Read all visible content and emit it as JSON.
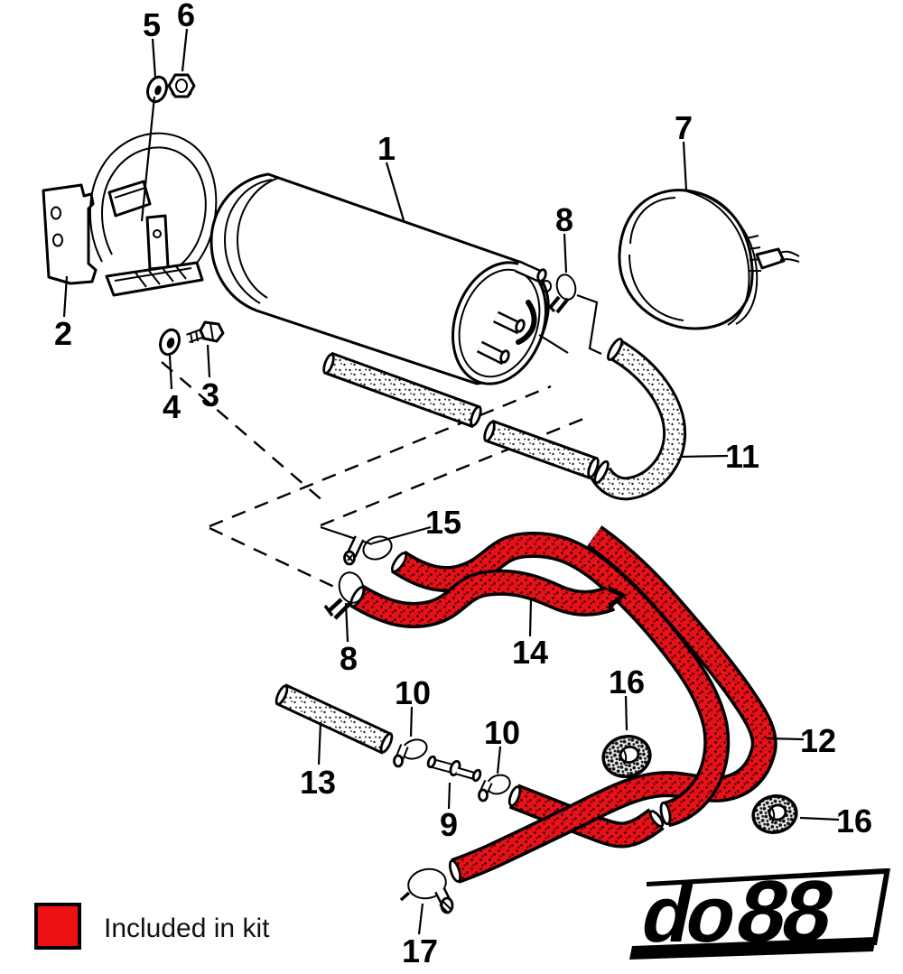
{
  "diagram": {
    "background": "#ffffff",
    "type": "exploded-parts-diagram"
  },
  "colors": {
    "kit_red": "#e8111a",
    "swatch_red": "#ee1111",
    "ink": "#000000"
  },
  "callouts": [
    {
      "label": "1"
    },
    {
      "label": "2"
    },
    {
      "label": "3"
    },
    {
      "label": "4"
    },
    {
      "label": "5"
    },
    {
      "label": "6"
    },
    {
      "label": "7"
    },
    {
      "label": "8"
    },
    {
      "label": "8"
    },
    {
      "label": "9"
    },
    {
      "label": "10"
    },
    {
      "label": "10"
    },
    {
      "label": "11"
    },
    {
      "label": "12"
    },
    {
      "label": "13"
    },
    {
      "label": "14"
    },
    {
      "label": "15"
    },
    {
      "label": "16"
    },
    {
      "label": "16"
    },
    {
      "label": "17"
    }
  ],
  "legend": {
    "label": "Included in kit",
    "swatch_color": "#ee1111"
  },
  "logo": {
    "prefix": "do",
    "suffix": "88"
  }
}
